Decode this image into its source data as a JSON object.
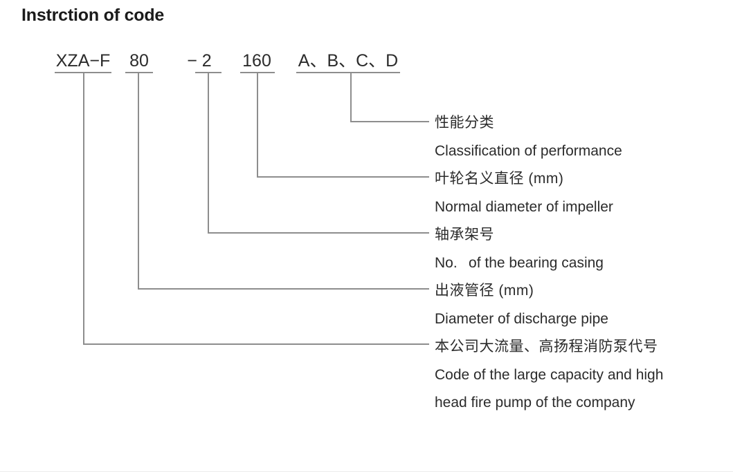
{
  "title": "Instrction of code",
  "code": {
    "segments": [
      {
        "id": "series-prefix",
        "text": "XZA−F"
      },
      {
        "id": "discharge-size",
        "text": "80"
      },
      {
        "id": "bearing-no",
        "text": "− 2"
      },
      {
        "id": "impeller-dia",
        "text": "160"
      },
      {
        "id": "performance-class",
        "text": "A、B、C、D"
      }
    ]
  },
  "labels": [
    {
      "id": "performance-classification",
      "cn": "性能分类",
      "en": [
        "Classification of performance"
      ]
    },
    {
      "id": "impeller-diameter",
      "cn": "叶轮名义直径 (mm)",
      "en": [
        "Normal diameter of impeller"
      ]
    },
    {
      "id": "bearing-casing-no",
      "cn": "轴承架号",
      "en": [
        "No.  of the bearing casing"
      ]
    },
    {
      "id": "discharge-pipe-diameter",
      "cn": "出液管径 (mm)",
      "en": [
        "Diameter of discharge pipe"
      ]
    },
    {
      "id": "company-code",
      "cn": "本公司大流量、高扬程消防泵代号",
      "en": [
        "Code of the large capacity and high",
        "head fire pump of the company"
      ]
    }
  ],
  "colors": {
    "ink": "#2b2b2b",
    "title": "#1b1b1b",
    "leader": "#8d8d8d",
    "background": "#ffffff"
  }
}
